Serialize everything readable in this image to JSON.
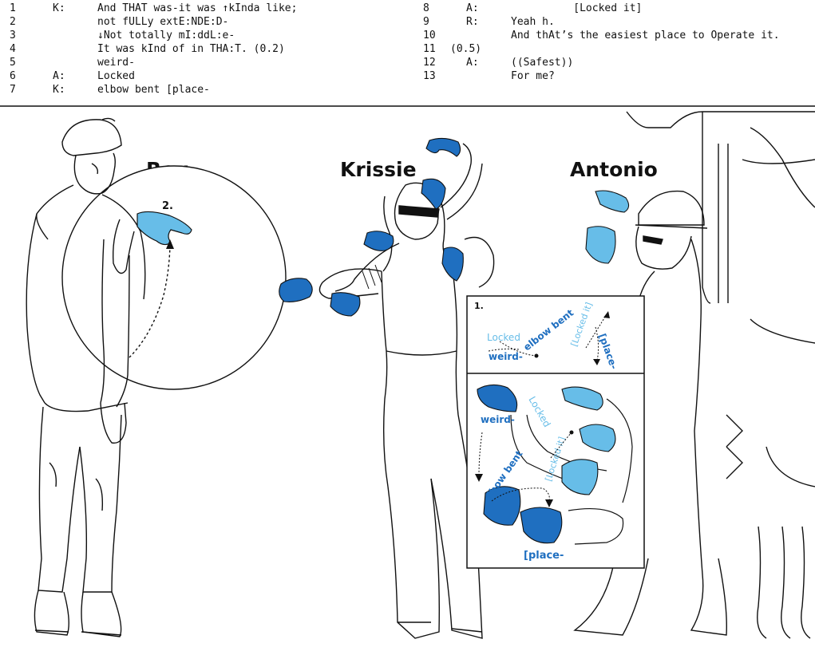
{
  "transcript": {
    "left": [
      {
        "num": "1",
        "speaker": "K:",
        "text": "And THAT was-it was ↑kInda like;"
      },
      {
        "num": "2",
        "speaker": "",
        "text": "not fULLy extE:NDE:D-"
      },
      {
        "num": "3",
        "speaker": "",
        "text": "↓Not totally mI:ddL:e-"
      },
      {
        "num": "4",
        "speaker": "",
        "text": "It was kInd of in THA:T. (0.2)"
      },
      {
        "num": "5",
        "speaker": "",
        "text": "weird-"
      },
      {
        "num": "6",
        "speaker": "A:",
        "text": "Locked"
      },
      {
        "num": "7",
        "speaker": "K:",
        "text": "elbow bent [place-"
      }
    ],
    "right": [
      {
        "num": "8",
        "speaker": "A:",
        "text": "          [Locked it]"
      },
      {
        "num": "9",
        "speaker": "R:",
        "text": "Yeah h."
      },
      {
        "num": "10",
        "speaker": "",
        "text": "And thAt’s the easiest place to Operate it."
      },
      {
        "num": "11",
        "speaker": "(0.5)",
        "text": ""
      },
      {
        "num": "12",
        "speaker": "A:",
        "text": "((Safest))"
      },
      {
        "num": "13",
        "speaker": "",
        "text": "For me?"
      }
    ]
  },
  "names": {
    "roy": "Roy",
    "krissie": "Krissie",
    "antonio": "Antonio"
  },
  "markers": {
    "roy_gesture": "2.",
    "inset_top": "1."
  },
  "inset_top_labels": {
    "locked": "Locked",
    "weird": "weird-",
    "elbow_bent": "elbow bent",
    "locked_it": "[Locked it]",
    "place": "[place-"
  },
  "inset_bottom_labels": {
    "weird": "weird-",
    "locked": "Locked",
    "locked_it": "[Locked it]",
    "elbow_bent": "elbow bent",
    "place": "[place-"
  },
  "colors": {
    "dark_blue": "#1f6fc0",
    "light_blue": "#67bde8",
    "line": "#111111"
  }
}
